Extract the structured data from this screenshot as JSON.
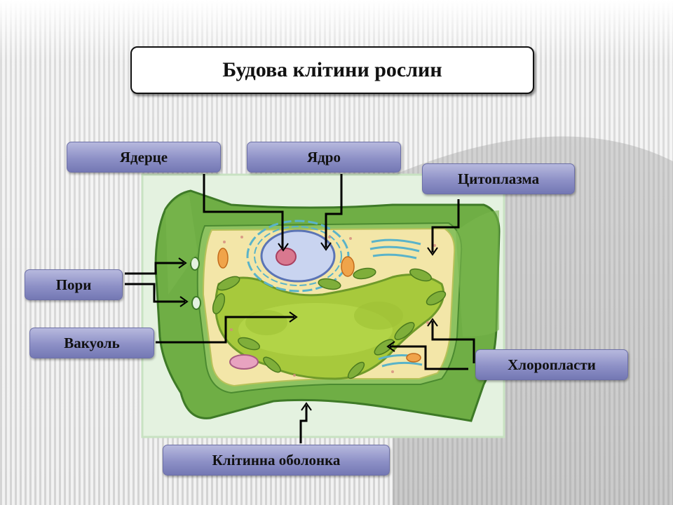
{
  "title": "Будова клітини рослин",
  "labels": {
    "nucleolus": "Ядерце",
    "nucleus": "Ядро",
    "cytoplasm": "Цитоплазма",
    "pores": "Пори",
    "vacuole": "Вакуоль",
    "chloroplasts": "Хлоропласти",
    "cell_wall": "Клітинна оболонка"
  },
  "colors": {
    "label_fill": "#8d90c6",
    "cell_wall": "#5f9a3c",
    "cytoplasm": "#f3e6a8",
    "vacuole": "#a7c93c",
    "nucleus": "#c9d4f0",
    "nucleolus": "#d9788f",
    "chloroplast": "#7fae3a"
  }
}
